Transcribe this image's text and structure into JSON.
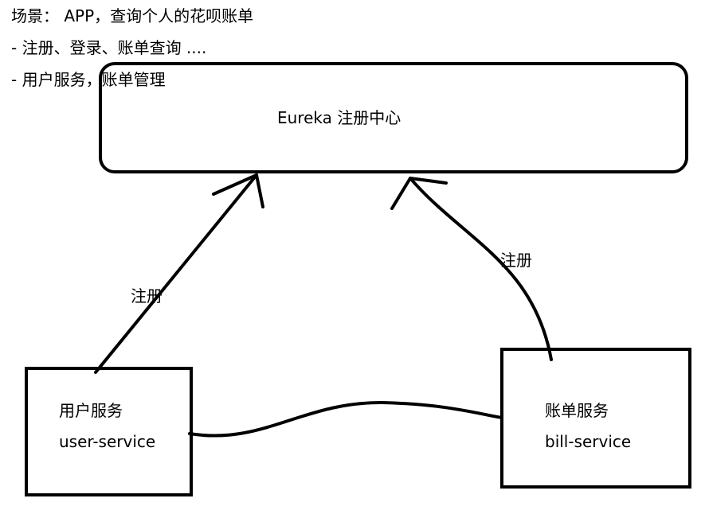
{
  "notes": {
    "scenario": "场景： APP，查询个人的花呗账单",
    "line1": "- 注册、登录、账单查询 ....",
    "line2": "- 用户服务，账单管理"
  },
  "eureka": {
    "label": "Eureka 注册中心"
  },
  "user_service": {
    "name_cn": "用户服务",
    "name_en": "user-service"
  },
  "bill_service": {
    "name_cn": "账单服务",
    "name_en": "bill-service"
  },
  "edges": {
    "left_label": "注册",
    "right_label": "注册"
  },
  "colors": {
    "ink": "#000000",
    "background": "#ffffff"
  }
}
